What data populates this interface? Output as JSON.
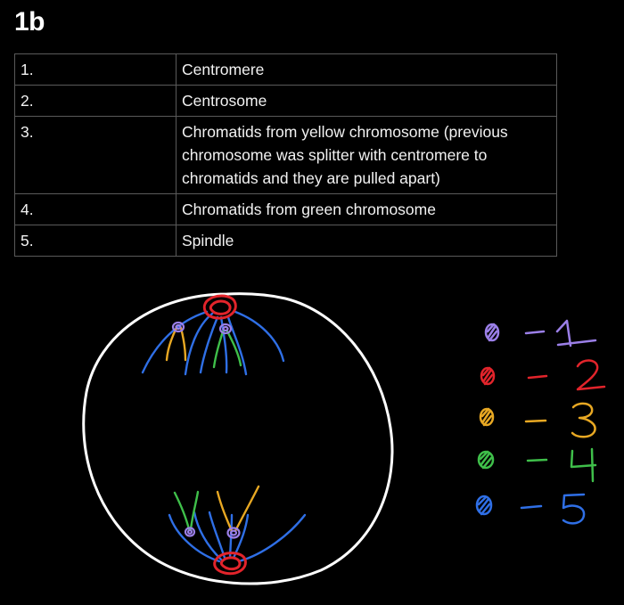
{
  "title": "1b",
  "table": {
    "rows": [
      {
        "num": "1.",
        "label": "Centromere"
      },
      {
        "num": "2.",
        "label": "Centrosome"
      },
      {
        "num": "3.",
        "label": "Chromatids from yellow chromosome (previous chromosome was splitter with centromere to chromatids and they are pulled apart)"
      },
      {
        "num": "4.",
        "label": "Chromatids from green chromosome"
      },
      {
        "num": "5.",
        "label": "Spindle"
      }
    ]
  },
  "key": [
    {
      "number": "1",
      "color": "#9b7fe8"
    },
    {
      "number": "2",
      "color": "#e2242b"
    },
    {
      "number": "3",
      "color": "#e8a823"
    },
    {
      "number": "4",
      "color": "#3fbf4a"
    },
    {
      "number": "5",
      "color": "#2f6fe6"
    }
  ],
  "colors": {
    "cell_outline": "#ffffff",
    "centromere": "#9b7fe8",
    "centrosome": "#e2242b",
    "yellow_chromatid": "#e8a823",
    "green_chromatid": "#3fbf4a",
    "spindle": "#2f6fe6"
  }
}
